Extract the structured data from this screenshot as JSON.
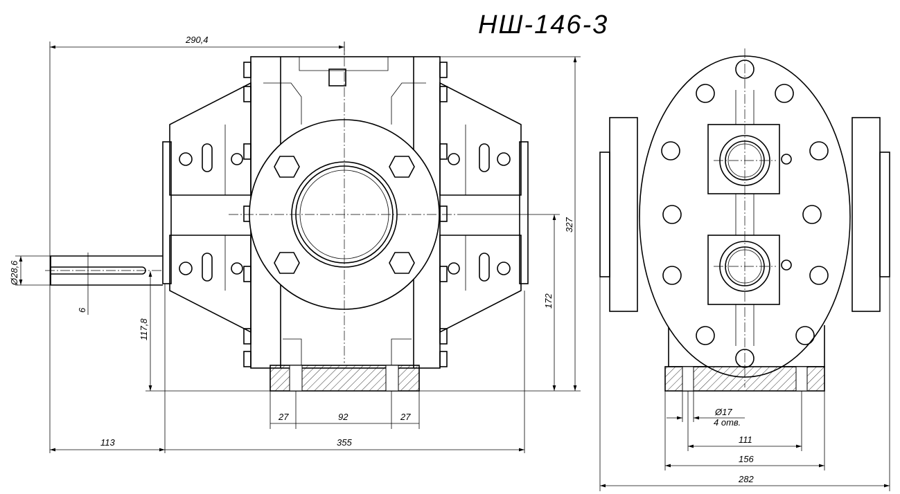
{
  "title": "НШ-146-3",
  "front_view": {
    "dims": {
      "overall_to_axis": "290,4",
      "height": "327",
      "axis_height": "172",
      "shaft_diameter": "Ø28,6",
      "key_width": "6",
      "shaft_axis_height": "117,8",
      "base_left": "27",
      "base_middle": "92",
      "base_right": "27",
      "shaft_length": "113",
      "body_width": "355"
    }
  },
  "side_view": {
    "dims": {
      "hole_diameter": "Ø17",
      "hole_count": "4 отв.",
      "hole_spacing": "111",
      "base_width": "156",
      "overall_width": "282"
    }
  }
}
